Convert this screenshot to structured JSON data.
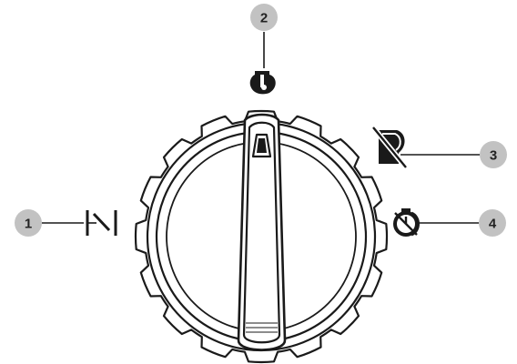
{
  "colors": {
    "ink": "#1a1a1a",
    "callout_fill": "#c2c2c2",
    "callout_text": "#222222",
    "background": "#ffffff"
  },
  "callouts": [
    {
      "number": "2",
      "icon": "clamp-icon",
      "position": "top"
    },
    {
      "number": "1",
      "icon": "open-contact-switch-icon",
      "position": "left"
    },
    {
      "number": "3",
      "icon": "crossed-out-clamp-icon",
      "position": "right-upper"
    },
    {
      "number": "4",
      "icon": "stopwatch-clamp-icon",
      "position": "right-lower"
    }
  ],
  "knob": {
    "type": "rotary-selector-knob",
    "icon": "pointer-arrow-icon"
  }
}
